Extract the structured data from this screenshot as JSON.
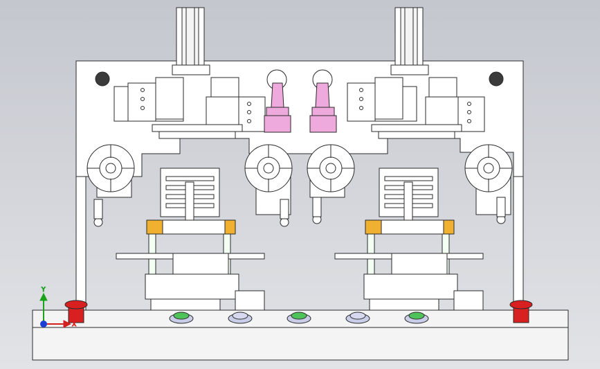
{
  "viewport": {
    "background_top": "#c4c7ce",
    "background_bottom": "#e2e3e7"
  },
  "triad": {
    "x_label": "X",
    "y_label": "Y",
    "x_color": "#d42020",
    "y_color": "#1aa31a",
    "z_color": "#1c3fd6"
  },
  "colors": {
    "part_fill": "#ffffff",
    "part_stroke": "#2a2a2a",
    "bracket_orange": "#f0b030",
    "pink_part": "#eeaadd",
    "estop_red": "#d82020",
    "button_green": "#4fc35a",
    "button_white": "#d6d8f0",
    "base_fill": "#f4f4f4"
  },
  "model": {
    "parts": [
      "frame-plate",
      "base-table",
      "column-left",
      "column-right",
      "emergency-stop-left",
      "emergency-stop-right",
      "cylinder-left",
      "cylinder-right",
      "press-unit-left",
      "press-unit-right"
    ],
    "base_buttons": [
      "green",
      "white",
      "green",
      "white",
      "green"
    ]
  }
}
